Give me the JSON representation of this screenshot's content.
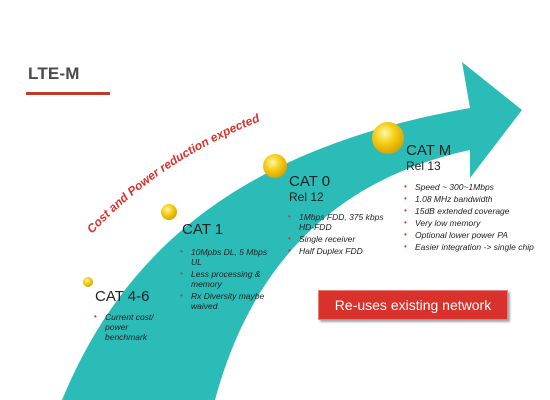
{
  "title": "LTE-M",
  "arrow_label": "Cost and Power reduction expected",
  "reuse_label": "Re-uses existing network",
  "colors": {
    "arrow": "#2bbcb8",
    "arrow_text": "#d9312b",
    "title_rule": "#c0392b",
    "dot": "#f4c400",
    "banner": "#d9312b"
  },
  "categories": [
    {
      "name": "CAT 4-6",
      "rel": "",
      "bullets": [
        "Current cost/ power benchmark"
      ]
    },
    {
      "name": "CAT 1",
      "rel": "",
      "bullets": [
        "10Mpbs DL, 5 Mbps UL",
        "Less processing & memory",
        "Rx Diversity maybe waived"
      ]
    },
    {
      "name": "CAT 0",
      "rel": "Rel 12",
      "bullets": [
        "1Mbps FDD, 375 kbps HD-FDD",
        "Single receiver",
        "Half Duplex FDD"
      ]
    },
    {
      "name": "CAT M",
      "rel": "Rel 13",
      "bullets": [
        "Speed ~ 300~1Mbps",
        "1.08 MHz bandwidth",
        "15dB extended coverage",
        "Very low memory",
        "Optional lower power PA",
        "Easier integration -> single chip"
      ]
    }
  ]
}
